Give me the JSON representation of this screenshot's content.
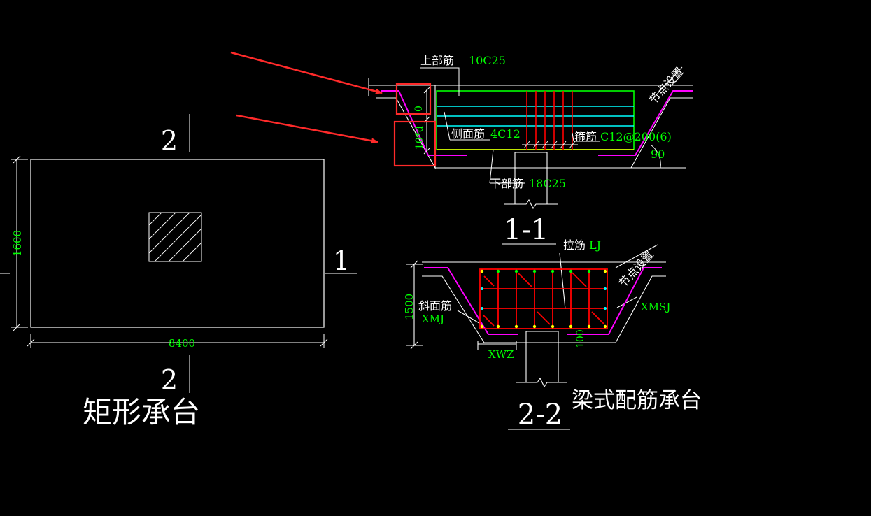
{
  "colors": {
    "background": "#000000",
    "outline": "#ffffff",
    "dimension_text": "#00ff00",
    "rebar_red": "#ff0000",
    "rebar_magenta": "#ff00ff",
    "rebar_green": "#00ff00",
    "rebar_cyan": "#00ffff",
    "rebar_yellow": "#ffff00",
    "highlight_box": "#ff2a2a",
    "arrow": "#ff2a2a"
  },
  "plan": {
    "title": "矩形承台",
    "width_dim": "8400",
    "height_dim": "1600",
    "section_top": "2",
    "section_bottom": "2",
    "section_right": "1"
  },
  "section_1_1": {
    "title": "1-1",
    "top_bar_label": "上部筋",
    "top_bar_value": "10C25",
    "side_bar_label": "侧面筋",
    "side_bar_value": "4C12",
    "stirrup_label": "箍筋",
    "stirrup_value": "C12@200(6)",
    "bottom_bar_label": "下部筋",
    "bottom_bar_value": "18C25",
    "node_label": "节点设置",
    "angle": "90",
    "box_top_value": "0",
    "box_bottom_value": "10*d"
  },
  "section_2_2": {
    "title": "2-2",
    "tie_label": "拉筋",
    "tie_value": "LJ",
    "slope_label": "斜面筋",
    "slope_value": "XMJ",
    "height_dim": "1500",
    "xwz": "XWZ",
    "xmsj": "XMSJ",
    "node_label": "节点设置",
    "dim_100": "100"
  },
  "caption": "梁式配筋承台"
}
